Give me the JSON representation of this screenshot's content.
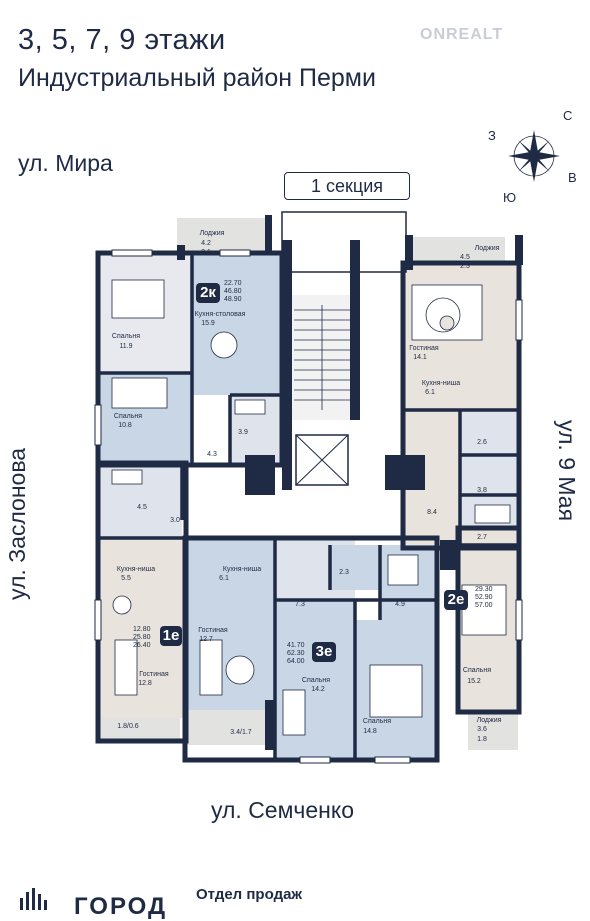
{
  "header": {
    "title": "3, 5, 7, 9 этажи",
    "subtitle": "Индустриальный район Перми",
    "watermark": "ONREALT"
  },
  "streets": {
    "north": "ул. Мира",
    "west": "ул. Заслонова",
    "east": "ул. 9 Мая",
    "south": "ул. Семченко"
  },
  "section_label": "1 секция",
  "compass": {
    "north": "С",
    "east": "В",
    "south": "Ю",
    "west": "З"
  },
  "apartments": [
    {
      "type": "2к",
      "areas": [
        "22.70",
        "46.80",
        "48.90"
      ]
    },
    {
      "type": "2е",
      "areas": [
        "29.30",
        "52.90",
        "57.00"
      ]
    },
    {
      "type": "1е",
      "areas": [
        "12.80",
        "25.80",
        "26.40"
      ]
    },
    {
      "type": "3е",
      "areas": [
        "41.70",
        "62.30",
        "64.00"
      ]
    }
  ],
  "rooms": {
    "loggia_nw": "Лоджия",
    "loggia_nw_a": "4.2",
    "loggia_nw_b": "2.1",
    "loggia_ne": "Лоджия",
    "loggia_ne_a": "4.5",
    "loggia_ne_b": "2.3",
    "loggia_se": "Лоджия",
    "loggia_se_a": "3.6",
    "loggia_se_b": "1.8",
    "bed1": "Спальня",
    "bed1_a": "11.9",
    "kitchen_din": "Кухня-столовая",
    "kitchen_din_a": "15.9",
    "bed2": "Спальня",
    "bed2_a": "10.8",
    "bath_a": "3.9",
    "hall_a": "4.3",
    "living_ne": "Гостиная",
    "living_ne_a": "14.1",
    "kniche_ne": "Кухня-ниша",
    "kniche_ne_a": "6.1",
    "e26": "2.6",
    "e38": "3.8",
    "e84": "8.4",
    "e27": "2.7",
    "w45": "4.5",
    "w30": "3.0",
    "kniche_w": "Кухня-ниша",
    "kniche_w_a": "5.5",
    "living_w": "Гостиная",
    "living_w_a": "12.8",
    "balc_w": "1.8/0.6",
    "kniche_c": "Кухня-ниша",
    "kniche_c_a": "6.1",
    "living_c": "Гостиная",
    "living_c_a": "12.7",
    "balc_c": "3.4/1.7",
    "c73": "7.3",
    "c23": "2.3",
    "c49": "4.9",
    "bed3": "Спальня",
    "bed3_a": "14.2",
    "bed4": "Спальня",
    "bed4_a": "14.8",
    "bed5": "Спальня",
    "bed5_a": "15.2"
  },
  "footer": {
    "city": "ГОРОД",
    "sales": "Отдел продаж"
  },
  "colors": {
    "wall": "#1f2a44",
    "floor_light": "#dfe4ec",
    "floor_warm": "#e8e3dc",
    "floor_blue": "#c9d6e6"
  }
}
